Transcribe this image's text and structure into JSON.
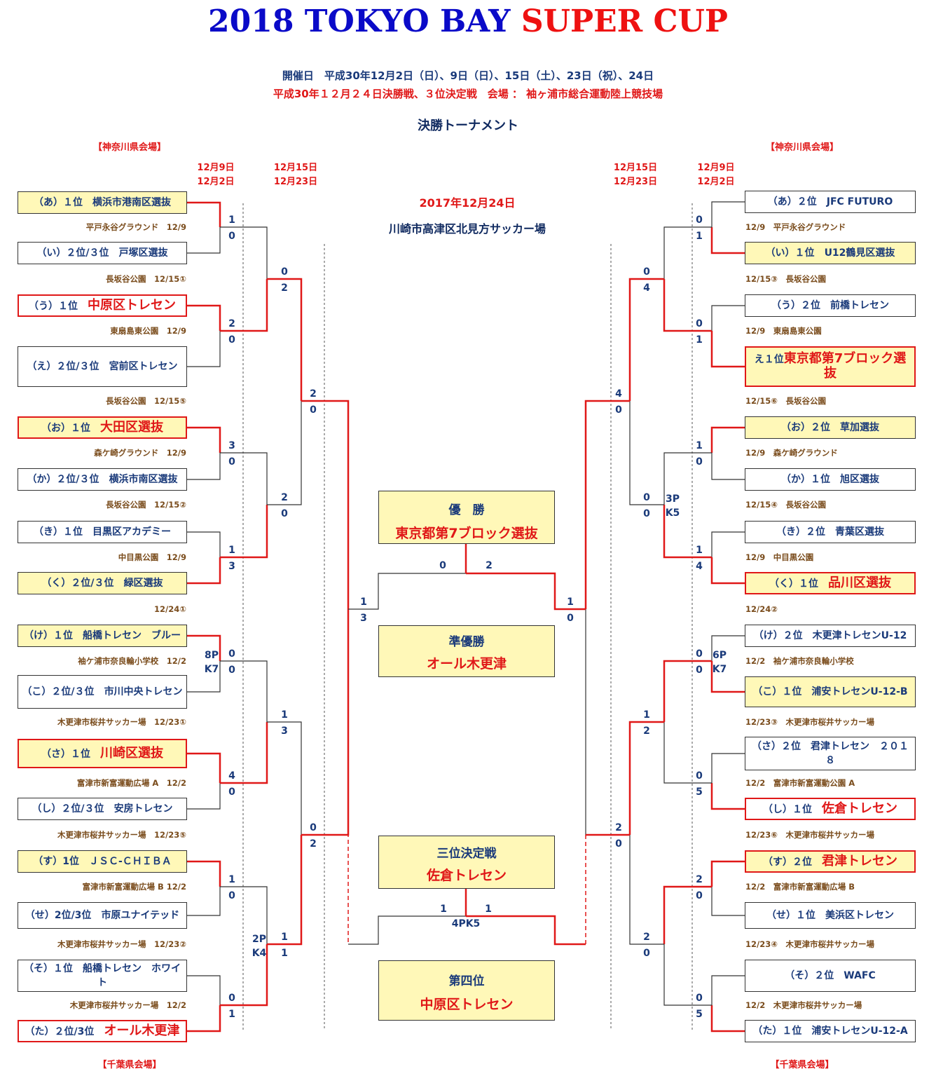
{
  "title": {
    "part1": "2018 TOKYO BAY",
    "part2": "SUPER CUP"
  },
  "header": {
    "dates": "開催日　平成30年12月2日（日）、9日（日）、15日（土）、23日（祝）、24日",
    "final_info": "平成30年１２月２４日決勝戦、３位決定戦　会場 ： 袖ヶ浦市総合運動陸上競技場",
    "section": "決勝トーナメント"
  },
  "venue_labels": {
    "left_top": "【神奈川県会場】",
    "right_top": "【神奈川県会場】",
    "left_bottom": "【千葉県会場】",
    "right_bottom": "【千葉県会場】"
  },
  "date_columns": {
    "r1a": "12月9日",
    "r1b": "12月2日",
    "r2a": "12月15日",
    "r2b": "12月23日"
  },
  "center": {
    "date": "2017年12月24日",
    "venue": "川崎市高津区北見方サッカー場"
  },
  "results": {
    "champion": {
      "title": "優　勝",
      "team": "東京都第7ブロック選抜"
    },
    "runner_up": {
      "title": "準優勝",
      "team": "オール木更津"
    },
    "third_match": {
      "title": "三位決定戦",
      "team": "佐倉トレセン"
    },
    "fourth": {
      "title": "第四位",
      "team": "中原区トレセン"
    }
  },
  "left_teams": [
    {
      "prefix": "（あ）１位　",
      "name": "横浜市港南区選抜",
      "highlight": false,
      "yellow": true
    },
    {
      "prefix": "（い）２位/３位　",
      "name": "戸塚区選抜",
      "highlight": false,
      "yellow": false
    },
    {
      "prefix": "（う）１位　",
      "name": "中原区トレセン",
      "highlight": true,
      "yellow": false
    },
    {
      "prefix": "（え）２位/３位　",
      "name": "宮前区トレセン",
      "highlight": false,
      "yellow": false
    },
    {
      "prefix": "（お）１位　",
      "name": "大田区選抜",
      "highlight": true,
      "yellow": true
    },
    {
      "prefix": "（か）２位/３位　",
      "name": "横浜市南区選抜",
      "highlight": false,
      "yellow": false
    },
    {
      "prefix": "（き）１位　",
      "name": "目黒区アカデミー",
      "highlight": false,
      "yellow": false
    },
    {
      "prefix": "（く）２位/３位　",
      "name": "緑区選抜",
      "highlight": false,
      "yellow": true
    },
    {
      "prefix": "（け）１位　",
      "name": "船橋トレセン　ブルー",
      "highlight": false,
      "yellow": true
    },
    {
      "prefix": "（こ）２位/３位　",
      "name": "市川中央トレセン",
      "highlight": false,
      "yellow": false
    },
    {
      "prefix": "（さ）１位　",
      "name": "川崎区選抜",
      "highlight": true,
      "yellow": true
    },
    {
      "prefix": "（し）２位/３位　",
      "name": "安房トレセン",
      "highlight": false,
      "yellow": false
    },
    {
      "prefix": "（す）1位　",
      "name": "ＪＳＣ-ＣＨＩＢＡ",
      "highlight": false,
      "yellow": true
    },
    {
      "prefix": "（せ）2位/3位　",
      "name": "市原ユナイテッド",
      "highlight": false,
      "yellow": false
    },
    {
      "prefix": "（そ）１位　",
      "name": "船橋トレセン　ホワイト",
      "highlight": false,
      "yellow": false
    },
    {
      "prefix": "（た）２位/3位　",
      "name": "オール木更津",
      "highlight": true,
      "yellow": false
    }
  ],
  "right_teams": [
    {
      "prefix": "（あ）２位　",
      "name": "JFC FUTURO",
      "highlight": false,
      "yellow": false
    },
    {
      "prefix": "（い）１位　",
      "name": "U12鶴見区選抜",
      "highlight": false,
      "yellow": true
    },
    {
      "prefix": "（う）２位　",
      "name": "前橋トレセン",
      "highlight": false,
      "yellow": false
    },
    {
      "prefix": "え１位",
      "name": "東京都第7ブロック選抜",
      "highlight": true,
      "yellow": true
    },
    {
      "prefix": "（お）２位　",
      "name": "草加選抜",
      "highlight": false,
      "yellow": true
    },
    {
      "prefix": "（か）１位　",
      "name": "旭区選抜",
      "highlight": false,
      "yellow": false
    },
    {
      "prefix": "（き）２位　",
      "name": "青葉区選抜",
      "highlight": false,
      "yellow": false
    },
    {
      "prefix": "（く）１位　",
      "name": "品川区選抜",
      "highlight": true,
      "yellow": true
    },
    {
      "prefix": "（け）２位　",
      "name": "木更津トレセンU-12",
      "highlight": false,
      "yellow": false
    },
    {
      "prefix": "（こ）１位　",
      "name": "浦安トレセンU-12-B",
      "highlight": false,
      "yellow": true
    },
    {
      "prefix": "（さ）２位　",
      "name": "君津トレセン　２０１８",
      "highlight": false,
      "yellow": false
    },
    {
      "prefix": "（し）１位　",
      "name": "佐倉トレセン",
      "highlight": true,
      "yellow": false
    },
    {
      "prefix": "（す）２位　",
      "name": "君津トレセン",
      "highlight": true,
      "yellow": true
    },
    {
      "prefix": "（せ）１位　",
      "name": "美浜区トレセン",
      "highlight": false,
      "yellow": false
    },
    {
      "prefix": "（そ）２位　",
      "name": "WAFC",
      "highlight": false,
      "yellow": false
    },
    {
      "prefix": "（た）１位　",
      "name": "浦安トレセンU-12-A",
      "highlight": false,
      "yellow": false
    }
  ],
  "left_venues": [
    "平戸永谷グラウンド　12/9",
    "長坂谷公園　12/15①",
    "東扇島東公園　12/9",
    "長坂谷公園　12/15⑤",
    "森ケ崎グラウンド　12/9",
    "長坂谷公園　12/15②",
    "中目黒公園　12/9",
    "12/24①",
    "袖ケ浦市奈良輪小学校　12/2",
    "木更津市桜井サッカー場　12/23①",
    "富津市新富運動広場 A　12/2",
    "木更津市桜井サッカー場　12/23⑤",
    "富津市新富運動広場 B 12/2",
    "木更津市桜井サッカー場　12/23②",
    "木更津市桜井サッカー場　12/2"
  ],
  "right_venues": [
    "12/9　平戸永谷グラウンド",
    "12/15③　長坂谷公園",
    "12/9　東扇島東公園",
    "12/15⑥　長坂谷公園",
    "12/9　森ケ崎グラウンド",
    "12/15④　長坂谷公園",
    "12/9　中目黒公園",
    "12/24②",
    "12/2　袖ケ浦市奈良輪小学校",
    "12/23③　木更津市桜井サッカー場",
    "12/2　富津市新富運動公園 A",
    "12/23⑥　木更津市桜井サッカー場",
    "12/2　富津市新富運動広場 B",
    "12/23④　木更津市桜井サッカー場",
    "12/2　木更津市桜井サッカー場"
  ],
  "scores": {
    "L1": [
      [
        "1",
        "0"
      ],
      [
        "2",
        "0"
      ],
      [
        "3",
        "0"
      ],
      [
        "1",
        "3"
      ],
      [
        "0",
        "0"
      ],
      [
        "4",
        "0"
      ],
      [
        "1",
        "0"
      ],
      [
        "0",
        "1"
      ]
    ],
    "L2": [
      [
        "0",
        "2"
      ],
      [
        "2",
        "0"
      ],
      [
        "1",
        "3"
      ],
      [
        "1",
        "1"
      ]
    ],
    "L3": [
      [
        "2",
        "0"
      ],
      [
        "0",
        "2"
      ]
    ],
    "L4": [
      "1",
      "3"
    ],
    "R1": [
      [
        "0",
        "1"
      ],
      [
        "0",
        "1"
      ],
      [
        "1",
        "0"
      ],
      [
        "1",
        "4"
      ],
      [
        "0",
        "0"
      ],
      [
        "0",
        "5"
      ],
      [
        "2",
        "0"
      ],
      [
        "0",
        "5"
      ]
    ],
    "R2": [
      [
        "0",
        "4"
      ],
      [
        "0",
        "0"
      ],
      [
        "1",
        "2"
      ],
      [
        "2",
        "0"
      ]
    ],
    "R3": [
      [
        "4",
        "0"
      ],
      [
        "2",
        "0"
      ]
    ],
    "R4": [
      "1",
      "0"
    ],
    "final": [
      "0",
      "2"
    ],
    "third": [
      "1",
      "1"
    ],
    "third_pk": "4PK5"
  },
  "pk_notes": {
    "left_a": "8P\nK7",
    "left_b": "2P\nK4",
    "right_a": "3P\nK5",
    "right_b": "6P\nK7"
  },
  "colors": {
    "winner_line": "#e01818",
    "title_blue": "#0a0ac8",
    "highlight_red": "#e01818",
    "yellow_box": "#fff8b8"
  }
}
